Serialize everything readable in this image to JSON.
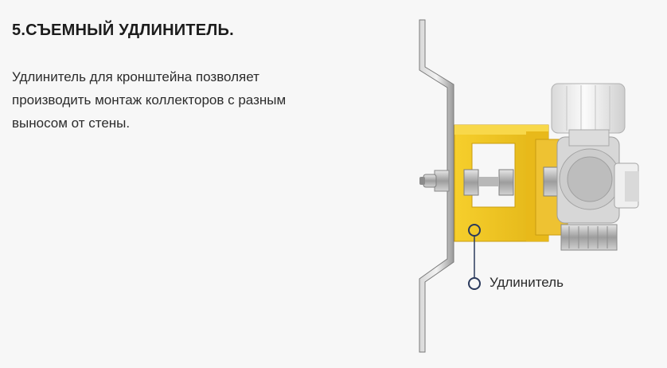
{
  "section": {
    "heading": "5.СЪЕМНЫЙ УДЛИНИТЕЛЬ.",
    "description_lines": [
      "Удлинитель для кронштейна позволяет",
      "производить монтаж коллекторов с разным",
      "выносом от стены."
    ]
  },
  "illustration": {
    "callout_label": "Удлинитель",
    "colors": {
      "extender": "#f1c523",
      "wall_bracket": "#8e8e8e",
      "cap": "#e9e9e9",
      "callout_line": "#2b3a5c"
    }
  }
}
